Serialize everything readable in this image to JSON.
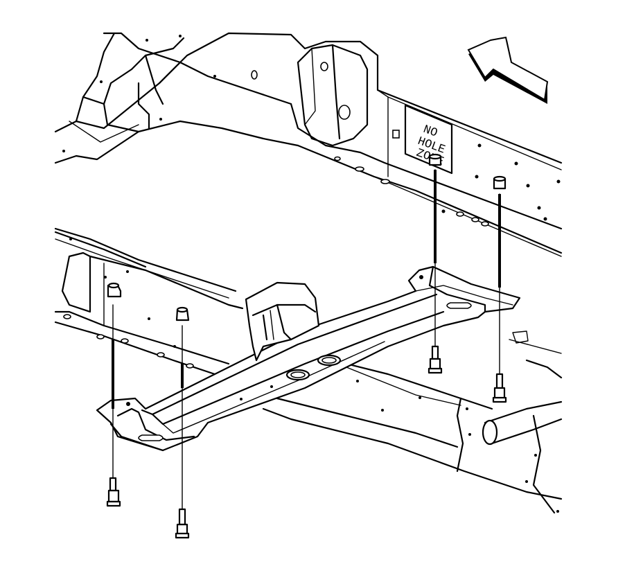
{
  "diagram": {
    "no_hole_zone_label": [
      "NO",
      "HOLE",
      "ZONE"
    ],
    "direction_arrow": "front-direction-arrow",
    "line_color": "#000000",
    "background": "#ffffff"
  }
}
